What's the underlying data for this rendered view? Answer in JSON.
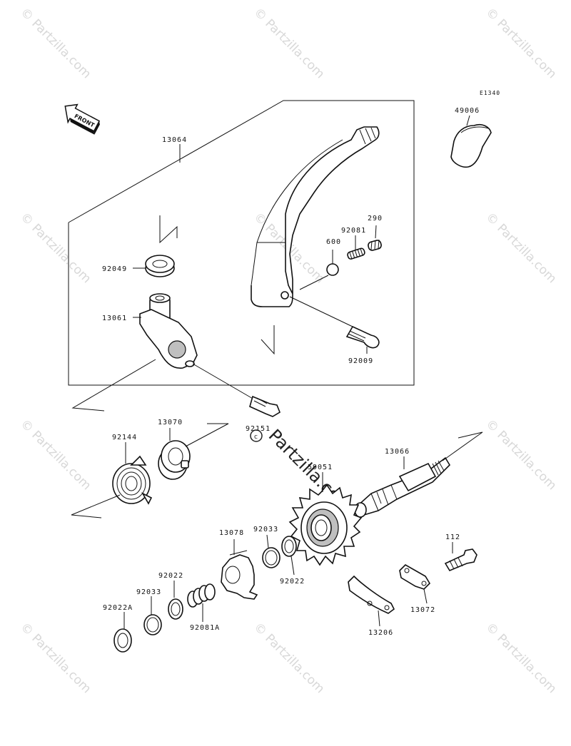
{
  "diagram": {
    "code": "E1340",
    "front_label": "FRONT",
    "watermark": "© Partzilla.com",
    "watermark_center": "Partzilla.com",
    "part_labels": [
      {
        "id": "13064",
        "text": "13064"
      },
      {
        "id": "49006",
        "text": "49006"
      },
      {
        "id": "290",
        "text": "290"
      },
      {
        "id": "92081",
        "text": "92081"
      },
      {
        "id": "600",
        "text": "600"
      },
      {
        "id": "92049",
        "text": "92049"
      },
      {
        "id": "13061",
        "text": "13061"
      },
      {
        "id": "92009",
        "text": "92009"
      },
      {
        "id": "13070",
        "text": "13070"
      },
      {
        "id": "92144",
        "text": "92144"
      },
      {
        "id": "92151",
        "text": "92151"
      },
      {
        "id": "13066",
        "text": "13066"
      },
      {
        "id": "59051",
        "text": "59051"
      },
      {
        "id": "13078",
        "text": "13078"
      },
      {
        "id": "92033a",
        "text": "92033"
      },
      {
        "id": "92022a",
        "text": "92022"
      },
      {
        "id": "92022b",
        "text": "92022"
      },
      {
        "id": "92033b",
        "text": "92033"
      },
      {
        "id": "92022A",
        "text": "92022A"
      },
      {
        "id": "92081A",
        "text": "92081A"
      },
      {
        "id": "112",
        "text": "112"
      },
      {
        "id": "13072",
        "text": "13072"
      },
      {
        "id": "13206",
        "text": "13206"
      }
    ]
  }
}
